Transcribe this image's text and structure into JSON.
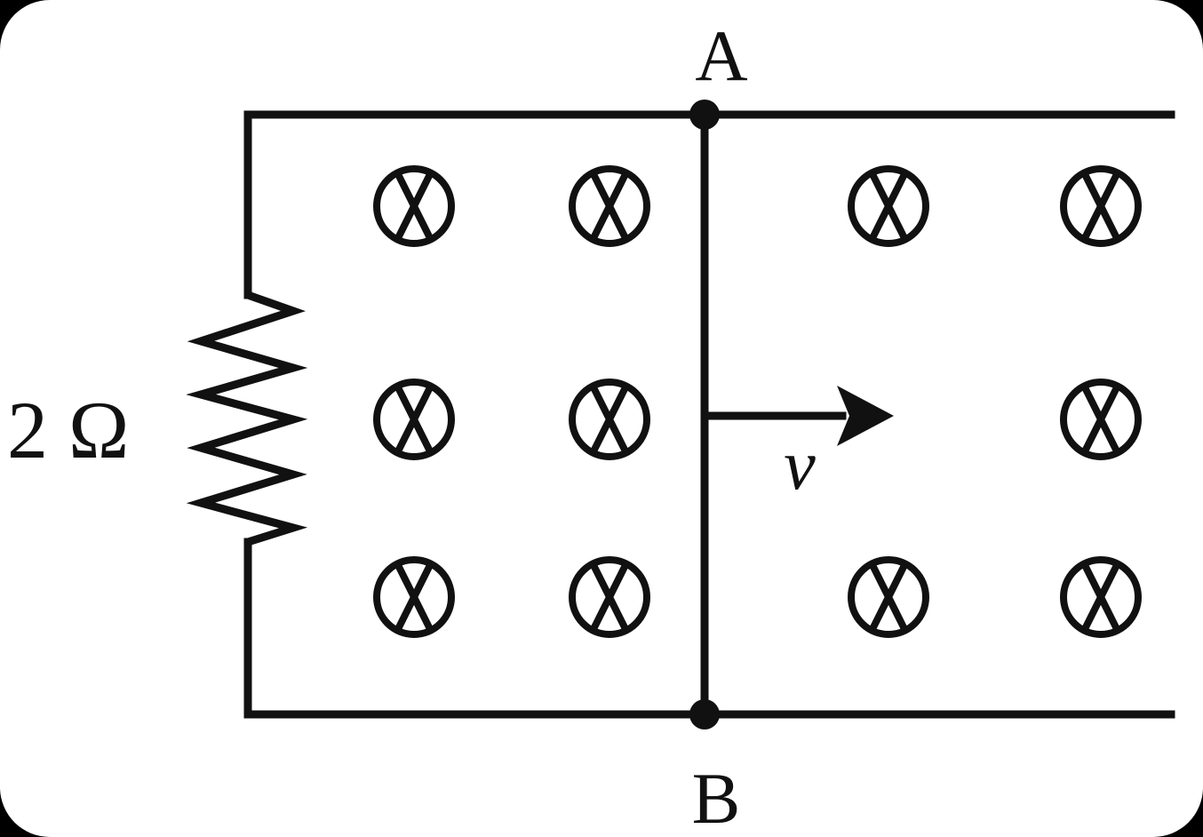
{
  "diagram": {
    "labels": {
      "point_a": "A",
      "point_b": "B",
      "resistance": "2 Ω",
      "velocity": "v"
    },
    "icons": {
      "field_symbol": "magnetic-field-into-page-icon",
      "velocity_arrow": "right-arrow-icon"
    },
    "colors": {
      "ink": "#111111",
      "background": "#ffffff",
      "outer": "#000000"
    }
  }
}
